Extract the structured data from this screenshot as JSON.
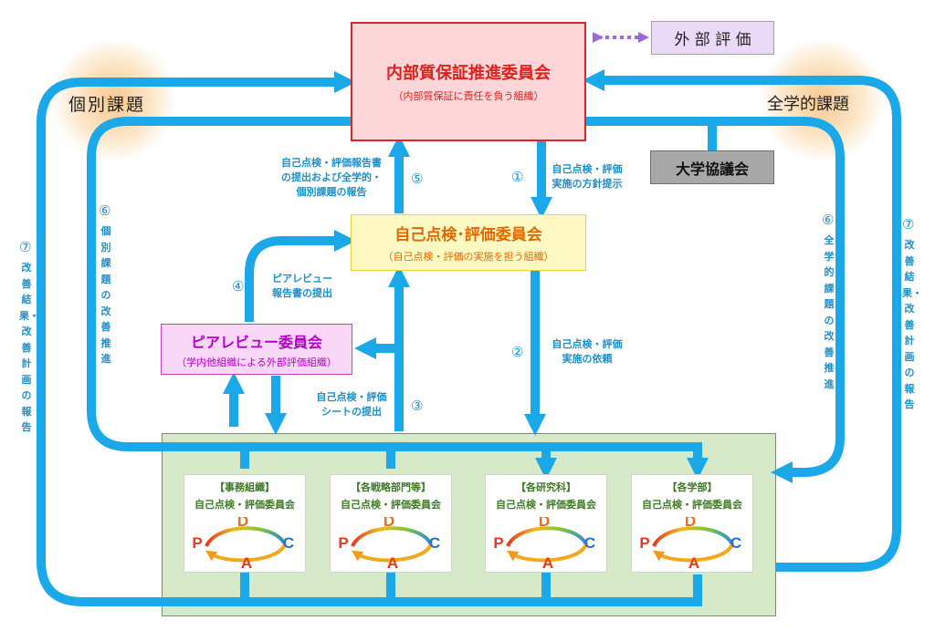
{
  "colors": {
    "arrow": "#1aa8e8",
    "text_blue": "#1f8fc8",
    "red": "#e0201a",
    "orange": "#e06a00",
    "purple": "#b400c8",
    "green": "#3f7b25"
  },
  "main_committee": {
    "title": "内部質保証推進委員会",
    "subtitle": "（内部質保証に責任を負う組織）"
  },
  "external_eval": {
    "label": "外 部 評 価"
  },
  "council": {
    "label": "大学協議会"
  },
  "self_eval_committee": {
    "title": "自己点検･評価委員会",
    "subtitle": "（自己点検・評価の実施を担う組織）"
  },
  "peer_review_committee": {
    "title": "ピアレビュー委員会",
    "subtitle": "（学内他組織による外部評価組織）"
  },
  "issues": {
    "individual": "個別課題",
    "university_wide": "全学的課題"
  },
  "steps": [
    {
      "number": "①",
      "label_lines": [
        "自己点検・評価",
        "実施の方針提示"
      ]
    },
    {
      "number": "②",
      "label_lines": [
        "自己点検・評価",
        "実施の依頼"
      ]
    },
    {
      "number": "③",
      "label_lines": [
        "自己点検・評価",
        "シートの提出"
      ]
    },
    {
      "number": "④",
      "label_lines": [
        "ピアレビュー",
        "報告書の提出"
      ]
    },
    {
      "number": "⑤",
      "label_lines": [
        "自己点検・評価報告書",
        "の提出および全学的・",
        "個別課題の報告"
      ]
    },
    {
      "number": "⑥",
      "label": "個別課題の改善推進"
    },
    {
      "number": "⑥",
      "label": "全学的課題の改善推進"
    },
    {
      "number": "⑦",
      "label": "改善結果・改善計画の報告"
    },
    {
      "number": "⑦",
      "label": "改善結果・改善計画の報告"
    }
  ],
  "units": [
    {
      "name": "【事務組織】",
      "committee": "自己点検・評価委員会"
    },
    {
      "name": "【各戦略部門等】",
      "committee": "自己点検・評価委員会"
    },
    {
      "name": "【各研究科】",
      "committee": "自己点検・評価委員会"
    },
    {
      "name": "【各学部】",
      "committee": "自己点検・評価委員会"
    }
  ],
  "pdca": {
    "p": "P",
    "d": "D",
    "c": "C",
    "a": "A"
  }
}
